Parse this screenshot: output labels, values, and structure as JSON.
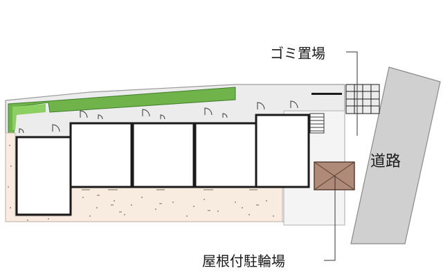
{
  "labels": {
    "garbage": "ゴミ置場",
    "road": "道路",
    "bicycle": "屋根付駐輪場"
  },
  "colors": {
    "site": "#ececec",
    "path": "#f4f4f4",
    "garden": "#6fb34a",
    "garden_dark": "#3f7d2a",
    "gravel": "#f7ecdf",
    "road": "#d0d0d0",
    "bike_shelter": "#b08a78",
    "garbage": "#bdbdbd",
    "wall": "#1a1a1a"
  }
}
